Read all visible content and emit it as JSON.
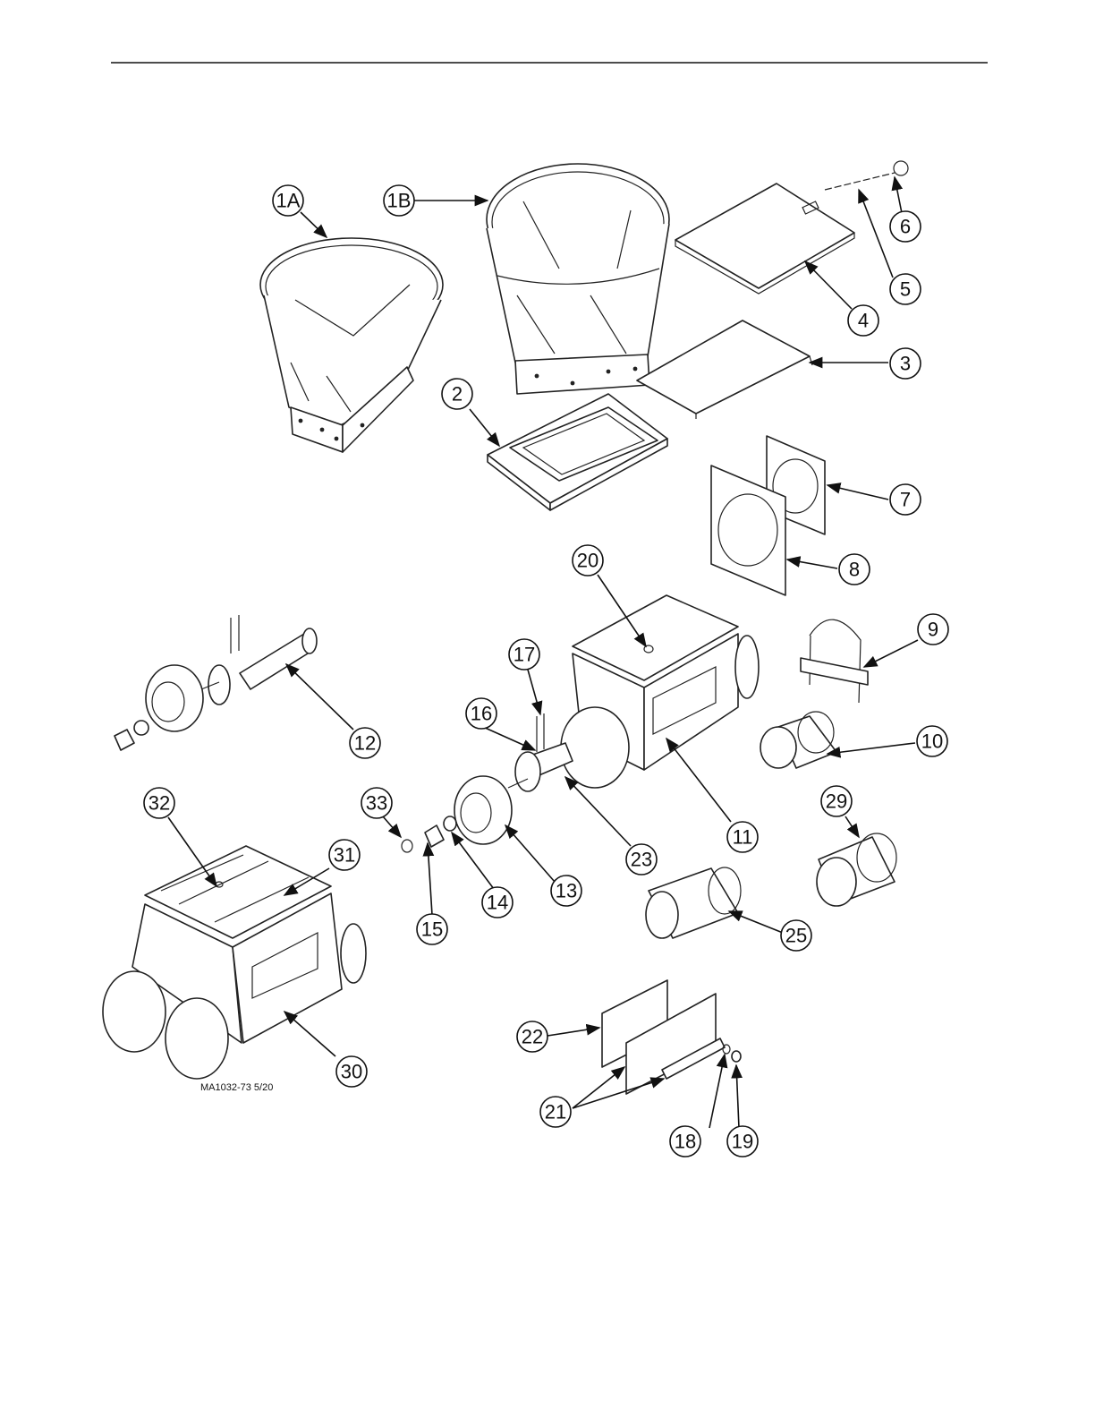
{
  "drawing_ref": "MA1032-73 5/20",
  "callouts": [
    "1A",
    "1B",
    "2",
    "3",
    "4",
    "5",
    "6",
    "7",
    "8",
    "9",
    "10",
    "11",
    "12",
    "13",
    "14",
    "15",
    "16",
    "17",
    "18",
    "19",
    "20",
    "21",
    "22",
    "23",
    "25",
    "29",
    "30",
    "31",
    "32",
    "33"
  ]
}
